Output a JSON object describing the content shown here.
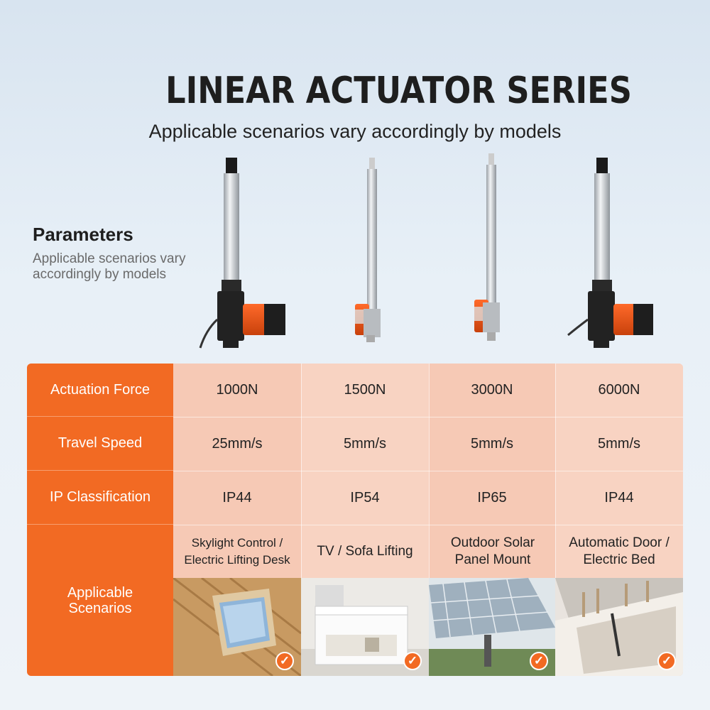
{
  "header": {
    "title": "LINEAR ACTUATOR SERIES",
    "subtitle": "Applicable scenarios vary accordingly by models"
  },
  "parameters": {
    "title": "Parameters",
    "description": "Applicable scenarios vary accordingly by models"
  },
  "table": {
    "row_headers": [
      "Actuation Force",
      "Travel Speed",
      "IP Classification",
      "Applicable Scenarios"
    ],
    "models": [
      {
        "force": "1000N",
        "speed": "25mm/s",
        "ip": "IP44",
        "scenario": "Skylight Control / Electric Lifting Desk",
        "photo_icon": "skylight-photo"
      },
      {
        "force": "1500N",
        "speed": "5mm/s",
        "ip": "IP54",
        "scenario": "TV / Sofa Lifting",
        "photo_icon": "lift-table-photo"
      },
      {
        "force": "3000N",
        "speed": "5mm/s",
        "ip": "IP65",
        "scenario": "Outdoor Solar Panel Mount",
        "photo_icon": "solar-panel-photo"
      },
      {
        "force": "6000N",
        "speed": "5mm/s",
        "ip": "IP44",
        "scenario": "Automatic Door / Electric Bed",
        "photo_icon": "storage-bed-photo"
      }
    ]
  },
  "colors": {
    "accent": "#f26a23",
    "table_bg": "#f5c3ae",
    "title": "#1e1e1e"
  }
}
